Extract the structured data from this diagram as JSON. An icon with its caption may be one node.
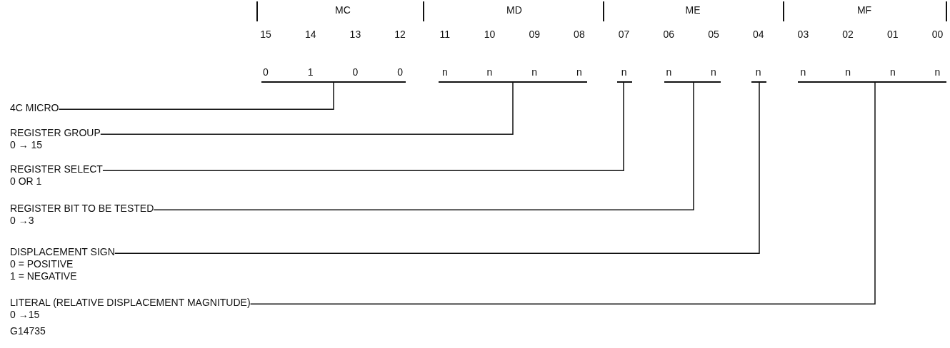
{
  "diagram": {
    "nodes": [
      {
        "text": [],
        "shape": "bar"
      },
      {
        "text": [],
        "shape": "bar"
      },
      {
        "text": [],
        "shape": "bar"
      },
      {
        "text": [],
        "shape": "bar"
      },
      {
        "text": [],
        "shape": "bar"
      },
      {
        "text": [],
        "shape": "bar"
      },
      {
        "text": [
          "4C MICRO"
        ]
      },
      {
        "text": [
          "REGISTER GROUP",
          "0 → 15"
        ]
      },
      {
        "text": [
          "REGISTER SELECT",
          "0 OR 1"
        ]
      },
      {
        "text": [
          "REGISTER BIT TO BE TESTED",
          "0 →3"
        ]
      },
      {
        "text": [
          "DISPLACEMENT SIGN",
          "0 = POSITIVE",
          "1 = NEGATIVE"
        ]
      },
      {
        "text": [
          "LITERAL (RELATIVE DISPLACEMENT MAGNITUDE)",
          "0 →15"
        ]
      }
    ],
    "edges": [
      {
        "from": 6,
        "to": 0,
        "arrow": "none"
      },
      {
        "from": 7,
        "to": 1,
        "arrow": "none"
      },
      {
        "from": 8,
        "to": 2,
        "arrow": "none"
      },
      {
        "from": 9,
        "to": 3,
        "arrow": "none"
      },
      {
        "from": 10,
        "to": 4,
        "arrow": "none"
      },
      {
        "from": 11,
        "to": 5,
        "arrow": "none"
      }
    ],
    "labels": [
      "MC",
      "MD",
      "ME",
      "MF",
      "15",
      "14",
      "13",
      "12",
      "11",
      "10",
      "09",
      "08",
      "07",
      "06",
      "05",
      "04",
      "03",
      "02",
      "01",
      "00",
      "0",
      "1",
      "0",
      "0",
      "n",
      "n",
      "n",
      "n",
      "n",
      "n",
      "n",
      "n",
      "n",
      "n",
      "n",
      "n",
      "G14735"
    ]
  }
}
